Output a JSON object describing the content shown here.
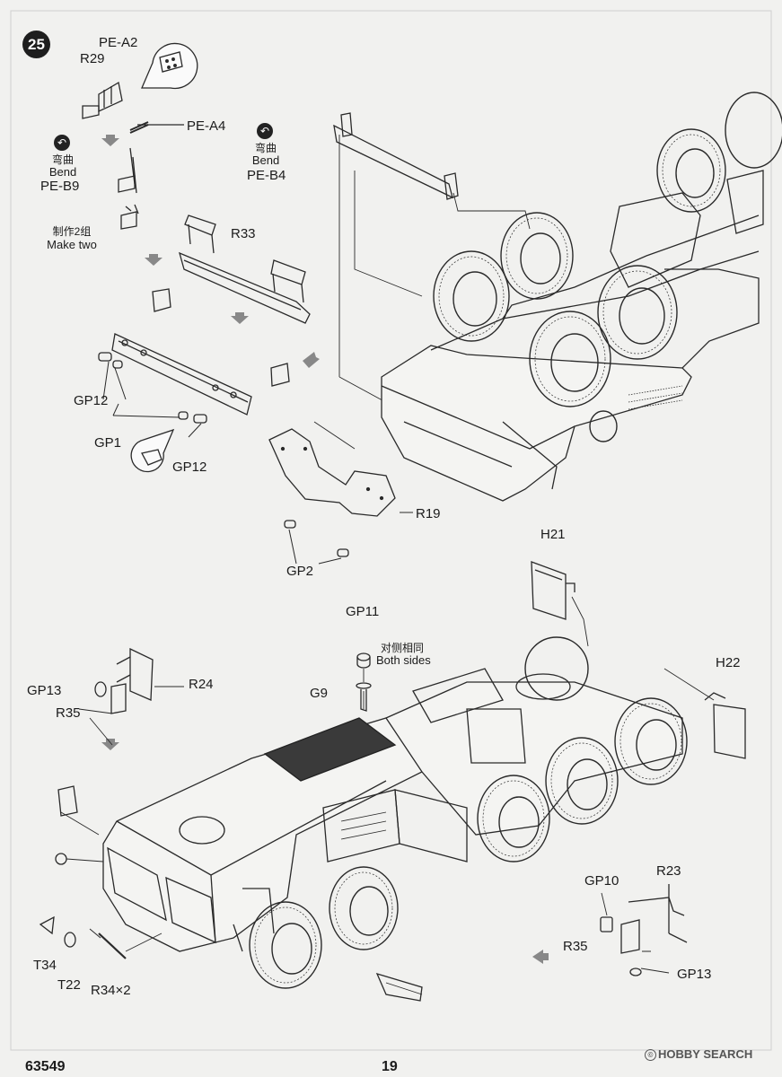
{
  "step": {
    "number": "25"
  },
  "labels": {
    "pe_a2": "PE-A2",
    "r29": "R29",
    "pe_a4": "PE-A4",
    "bend_zh": "弯曲",
    "bend_en": "Bend",
    "pe_b9": "PE-B9",
    "pe_b4": "PE-B4",
    "make_two_zh": "制作2组",
    "make_two_en": "Make two",
    "r33": "R33",
    "gp12": "GP12",
    "gp1": "GP1",
    "r19": "R19",
    "gp2": "GP2",
    "h21": "H21",
    "gp11": "GP11",
    "both_sides_zh": "对侧相同",
    "both_sides_en": "Both sides",
    "g9": "G9",
    "gp13": "GP13",
    "r24": "R24",
    "r35": "R35",
    "h22": "H22",
    "gp10": "GP10",
    "r23": "R23",
    "t34": "T34",
    "t22": "T22",
    "r34x2": "R34×2"
  },
  "footer": {
    "product_code": "63549",
    "page_number": "19",
    "watermark": "HOBBY SEARCH",
    "watermark_mark": "©"
  },
  "icons": {
    "bend": "bend-icon",
    "arrow": "assembly-arrow-icon"
  }
}
